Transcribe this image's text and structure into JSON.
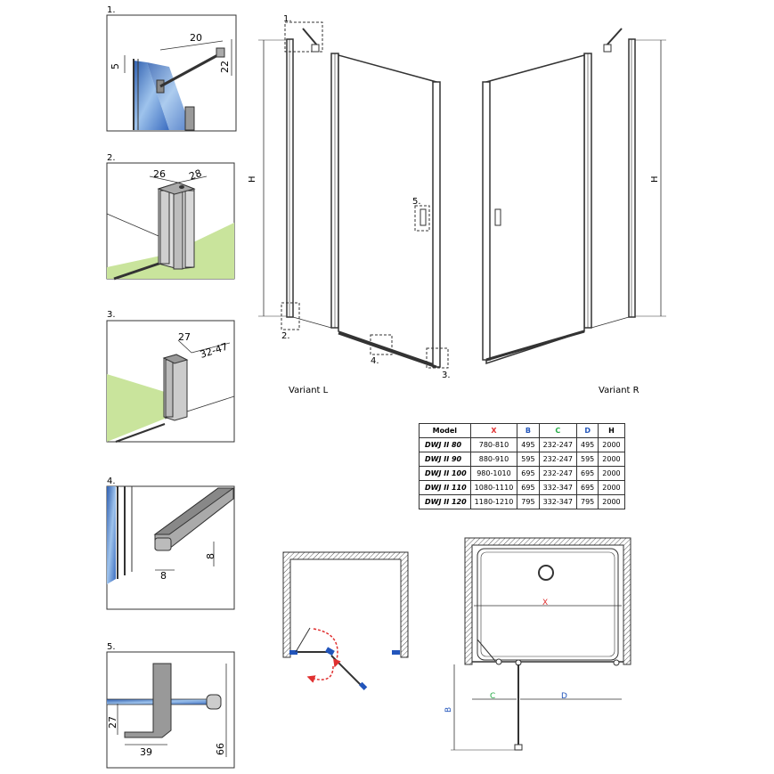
{
  "colors": {
    "x": "#e03030",
    "b": "#2255bb",
    "c": "#22aa44",
    "d": "#2255bb",
    "glass": "#4a7fc8",
    "floor": "#c9e49c"
  },
  "details": [
    {
      "label": "1.",
      "dims": [
        "20",
        "5",
        "22"
      ]
    },
    {
      "label": "2.",
      "dims": [
        "26",
        "28"
      ]
    },
    {
      "label": "3.",
      "dims": [
        "27",
        "32-47"
      ]
    },
    {
      "label": "4.",
      "dims": [
        "8",
        "8"
      ]
    },
    {
      "label": "5.",
      "dims": [
        "27",
        "39",
        "66"
      ]
    }
  ],
  "callouts": {
    "c1": "1.",
    "c2": "2.",
    "c3": "3.",
    "c4": "4.",
    "c5": "5."
  },
  "height_label": "H",
  "variants": {
    "left": "Variant L",
    "right": "Variant R"
  },
  "table": {
    "headers": [
      "Model",
      "X",
      "B",
      "C",
      "D",
      "H"
    ],
    "rows": [
      [
        "DWJ II 80",
        "780-810",
        "495",
        "232-247",
        "495",
        "2000"
      ],
      [
        "DWJ II 90",
        "880-910",
        "595",
        "232-247",
        "595",
        "2000"
      ],
      [
        "DWJ II 100",
        "980-1010",
        "695",
        "232-247",
        "695",
        "2000"
      ],
      [
        "DWJ II 110",
        "1080-1110",
        "695",
        "332-347",
        "695",
        "2000"
      ],
      [
        "DWJ II 120",
        "1180-1210",
        "795",
        "332-347",
        "795",
        "2000"
      ]
    ]
  },
  "plan": {
    "x": "X",
    "b": "B",
    "c": "C",
    "d": "D"
  }
}
